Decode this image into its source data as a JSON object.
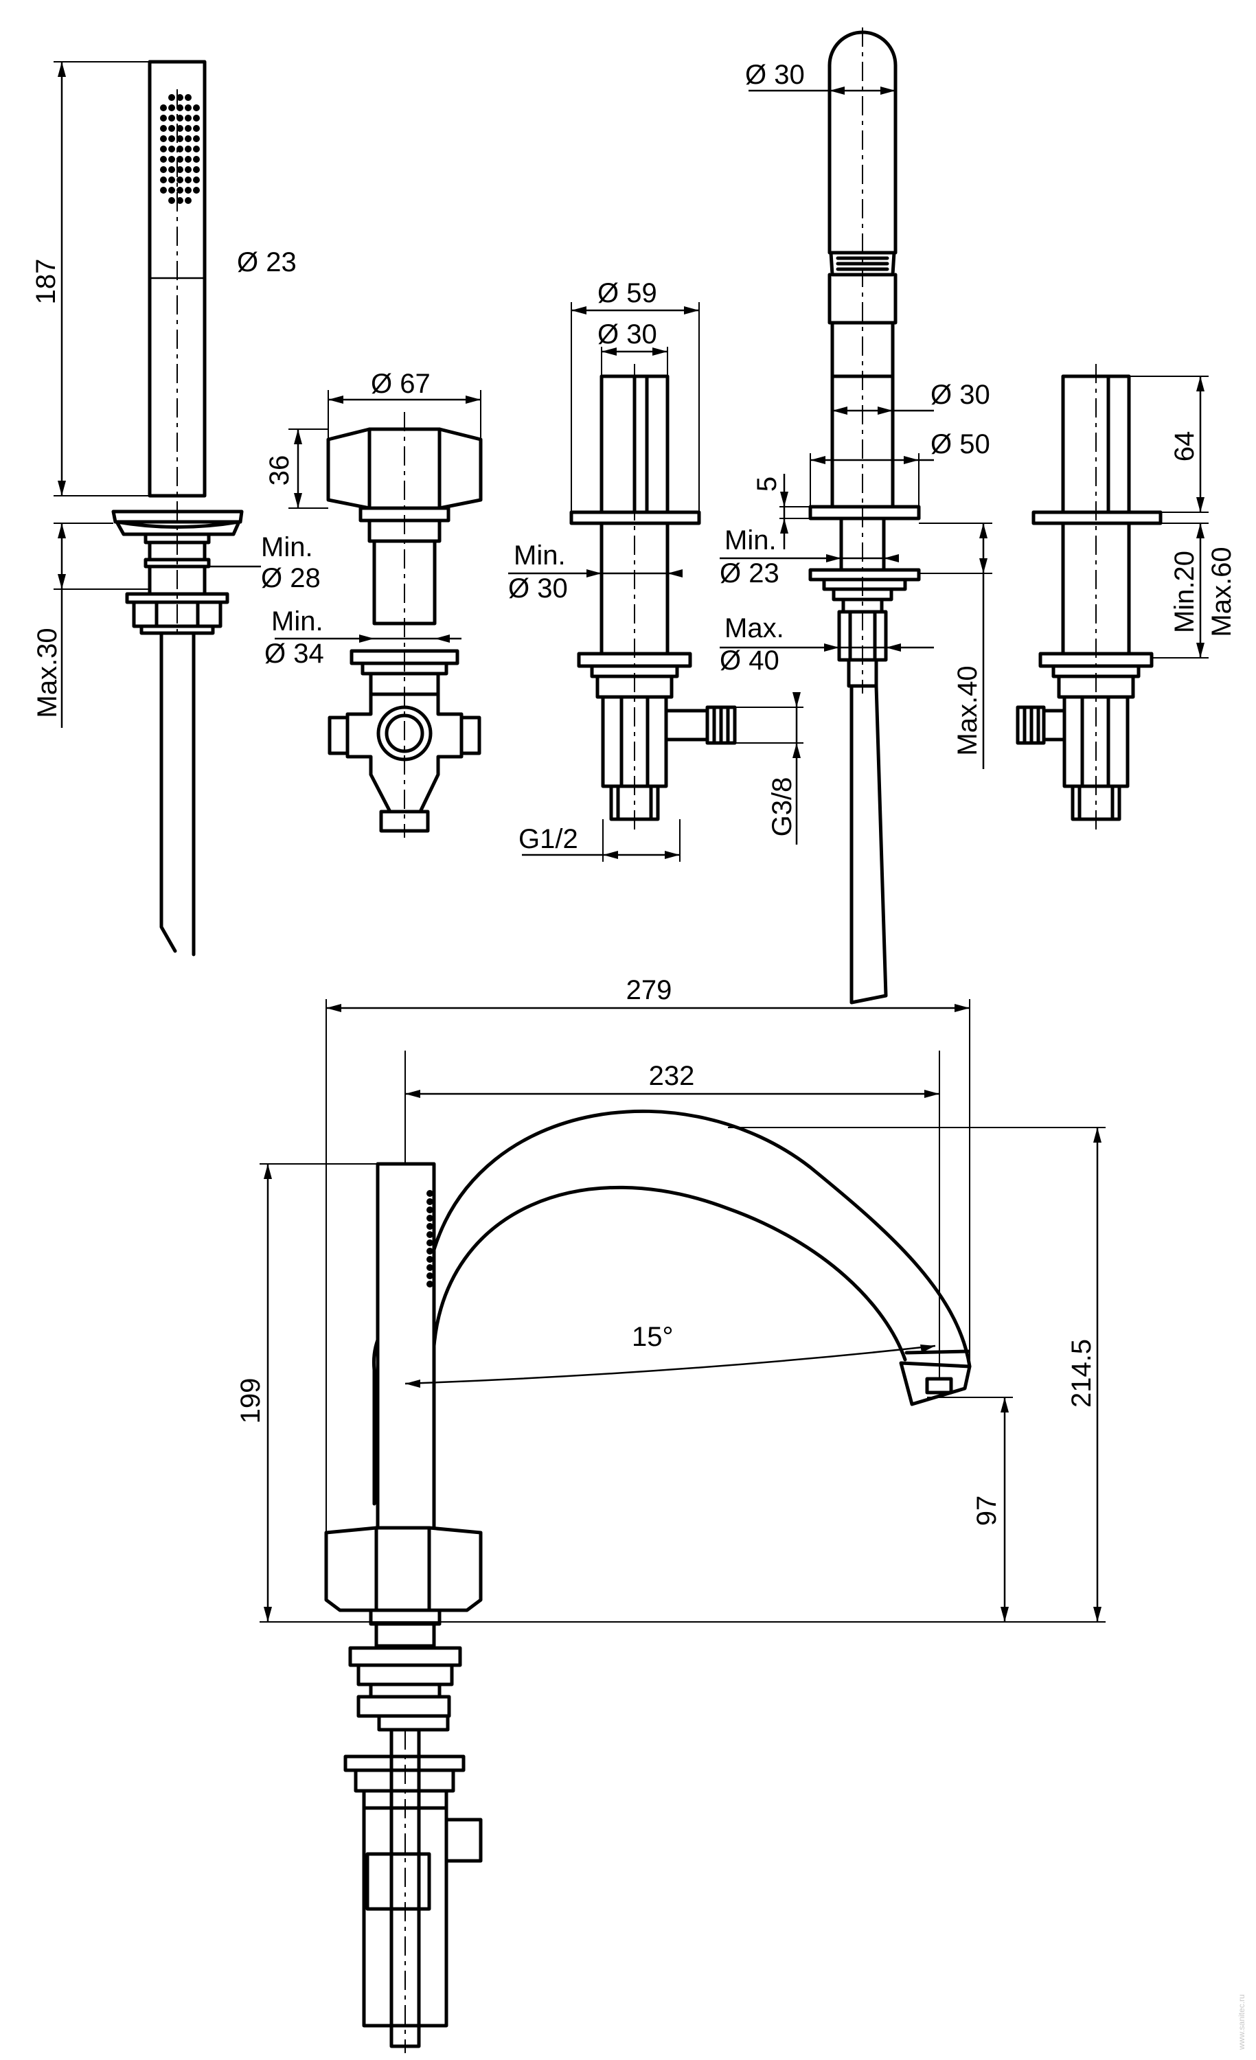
{
  "labels": {
    "hs_len": "187",
    "hs_dia": "Ø 23",
    "hs_max": "Max.30",
    "hs_min": "Min.",
    "hs_min_dia": "Ø 28",
    "dv_dia": "Ø 67",
    "dv_h": "36",
    "dv_min": "Min.",
    "dv_min_dia": "Ø 34",
    "vl_outer": "Ø 59",
    "vl_inner": "Ø 30",
    "vl_min": "Min.",
    "vl_min_dia": "Ø 30",
    "vl_thread": "G1/2",
    "sp_top": "Ø 30",
    "sp_mid": "Ø 30",
    "sp_flange": "Ø 50",
    "sp_5": "5",
    "sp_min": "Min.",
    "sp_min_dia": "Ø 23",
    "sp_max": "Max.",
    "sp_max_dia": "Ø 40",
    "sp_max40": "Max.40",
    "sp_g38": "G3/8",
    "vr_64": "64",
    "vr_min20": "Min.20",
    "vr_max60": "Max.60",
    "side_279": "279",
    "side_232": "232",
    "side_199": "199",
    "side_2145": "214.5",
    "side_97": "97",
    "side_angle": "15°"
  },
  "watermark": "www.sanitec.ru"
}
